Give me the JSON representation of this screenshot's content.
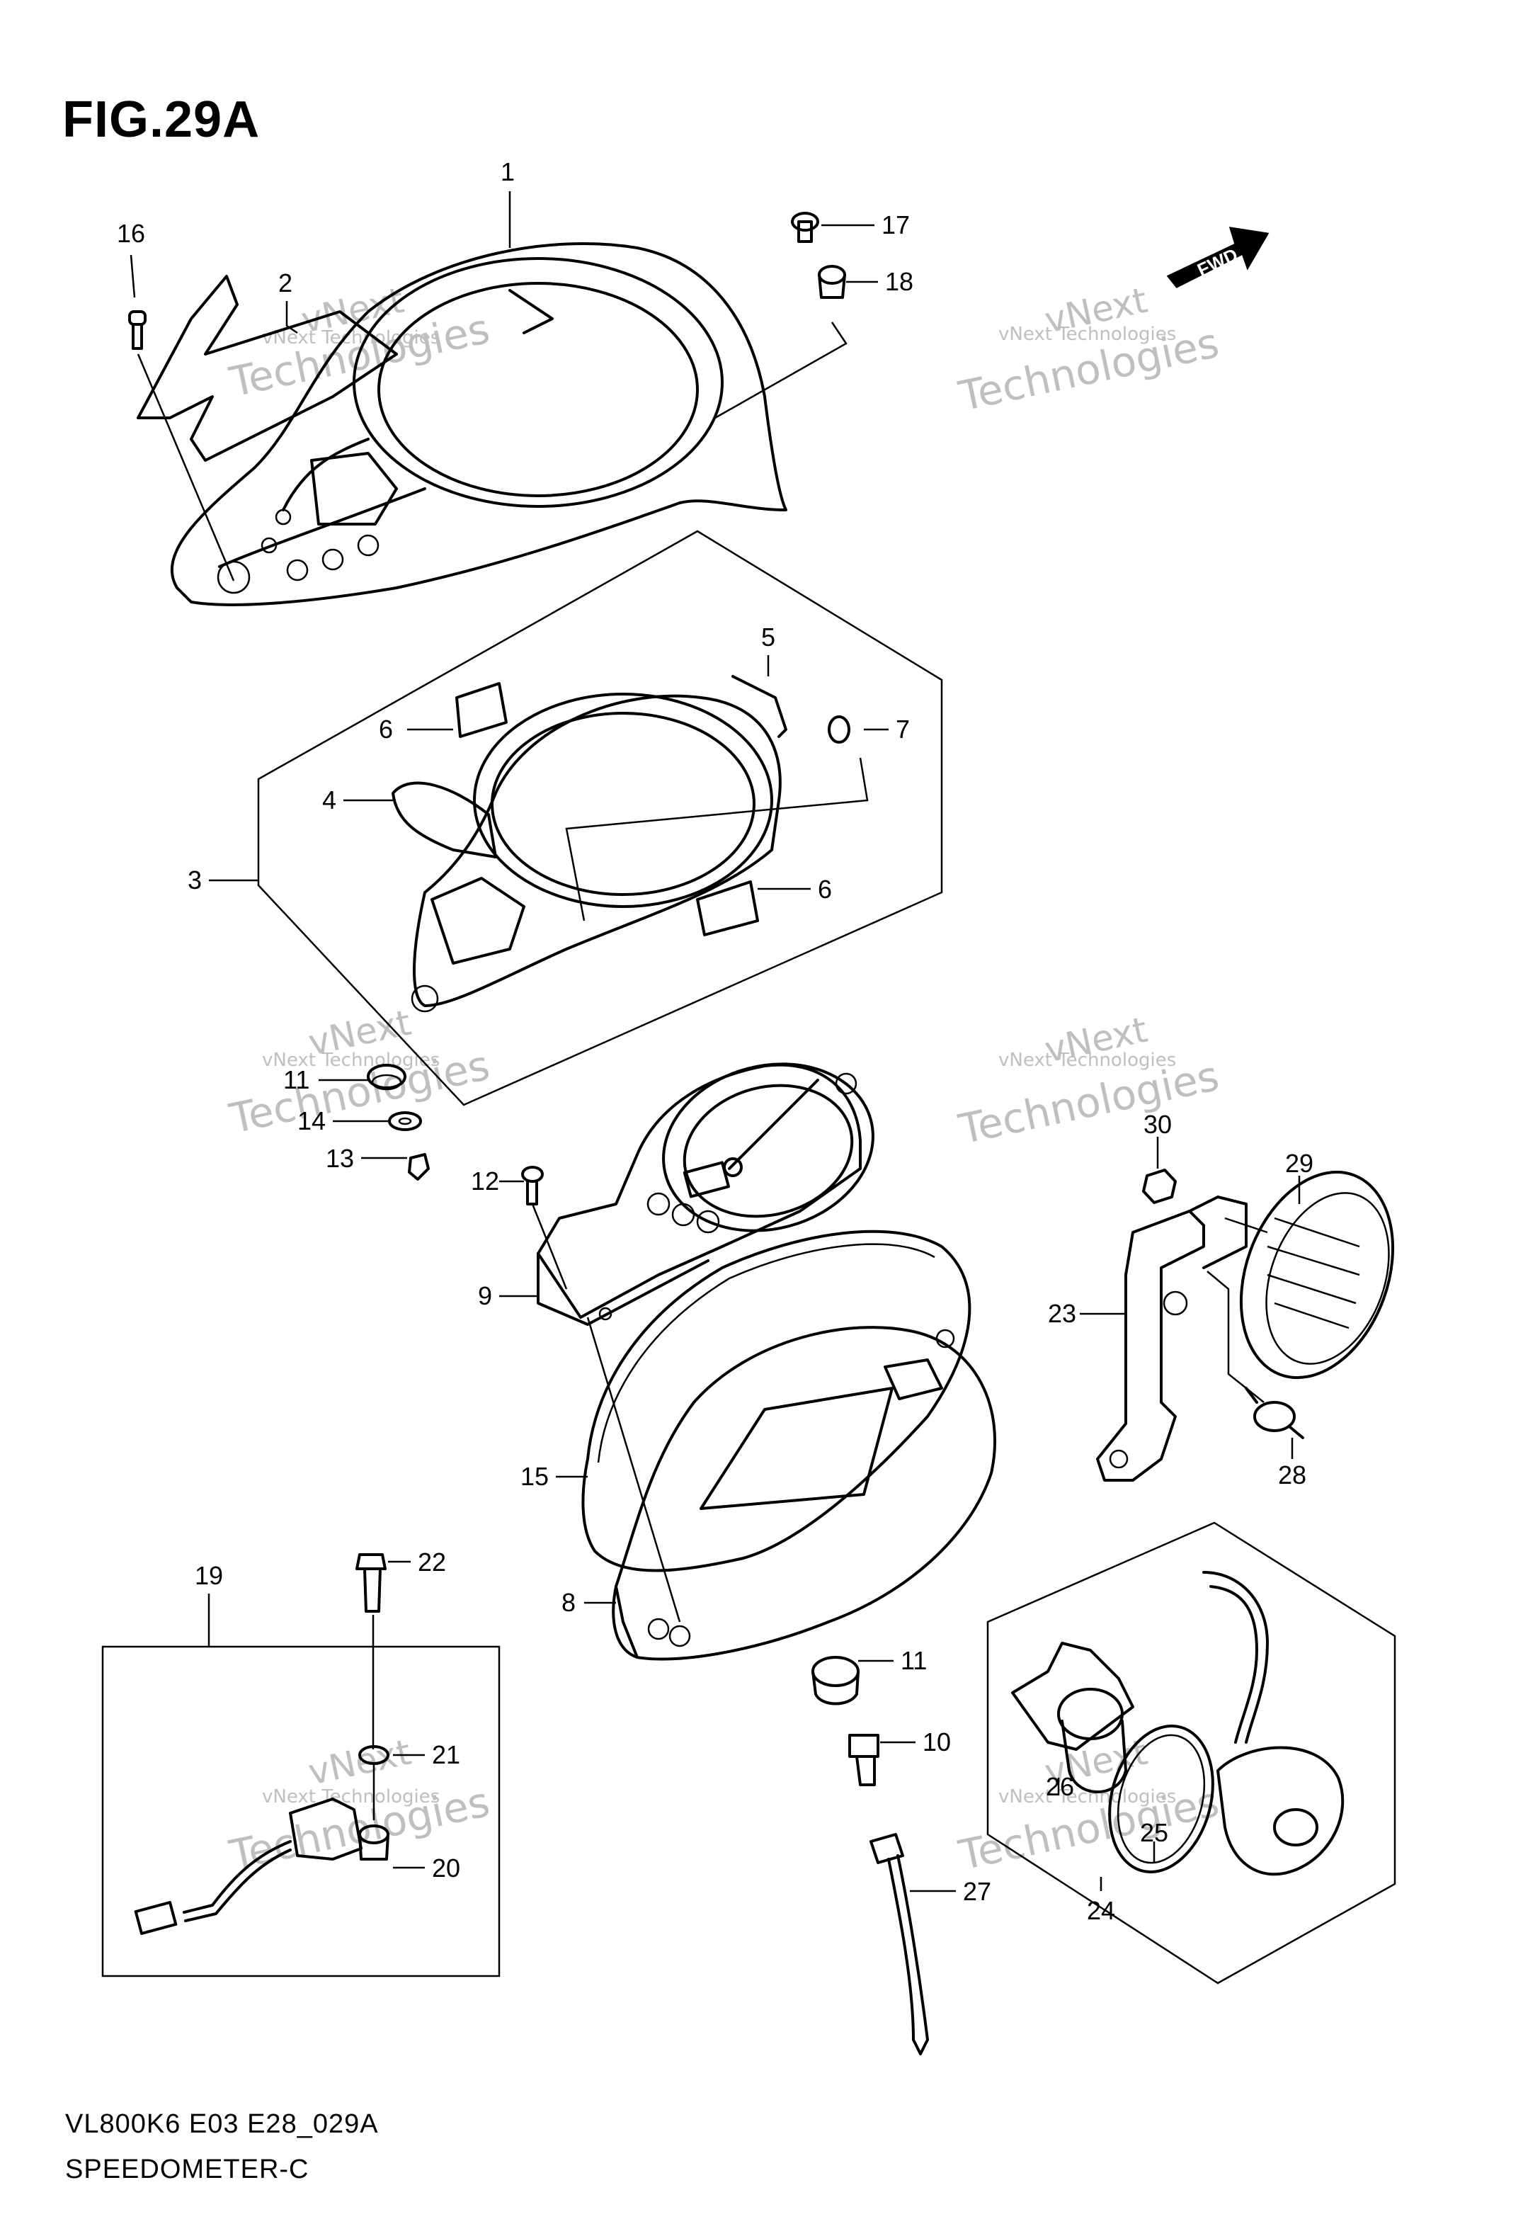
{
  "figure": {
    "title": "FIG.29A",
    "footer_code": "VL800K6 E03 E28_029A",
    "footer_name": "SPEEDOMETER-C",
    "orientation_badge": "FWD",
    "watermark_small": "vNext Technologies",
    "watermark_large_1": "vNext",
    "watermark_large_2": "Technologies"
  },
  "callouts": [
    "1",
    "2",
    "3",
    "4",
    "5",
    "6",
    "6",
    "7",
    "8",
    "9",
    "10",
    "11",
    "11",
    "12",
    "13",
    "14",
    "15",
    "16",
    "17",
    "18",
    "19",
    "20",
    "21",
    "22",
    "23",
    "24",
    "25",
    "26",
    "27",
    "28",
    "29",
    "30"
  ]
}
